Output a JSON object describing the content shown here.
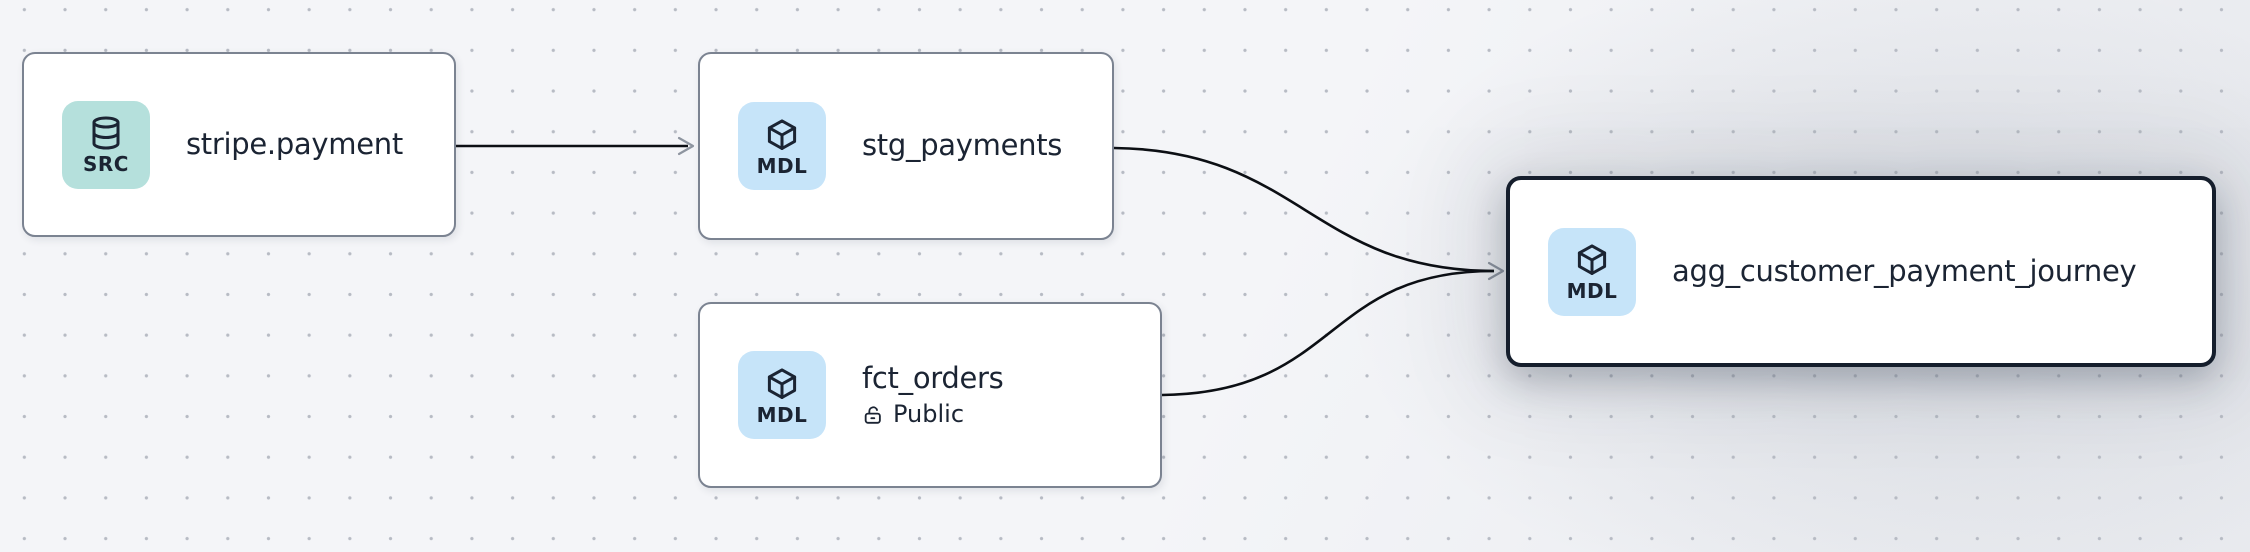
{
  "graph": {
    "nodes": [
      {
        "id": "stripe.payment",
        "label": "stripe.payment",
        "type": "source",
        "badge": "SRC",
        "icon": "database-icon",
        "selected": false
      },
      {
        "id": "stg_payments",
        "label": "stg_payments",
        "type": "model",
        "badge": "MDL",
        "icon": "box-icon",
        "selected": false
      },
      {
        "id": "fct_orders",
        "label": "fct_orders",
        "type": "model",
        "badge": "MDL",
        "icon": "box-icon",
        "access": "Public",
        "access_icon": "lock-open-icon",
        "selected": false
      },
      {
        "id": "agg_customer_payment_journey",
        "label": "agg_customer_payment_journey",
        "type": "model",
        "badge": "MDL",
        "icon": "box-icon",
        "selected": true
      }
    ],
    "edges": [
      {
        "from": "stripe.payment",
        "to": "stg_payments"
      },
      {
        "from": "stg_payments",
        "to": "agg_customer_payment_journey"
      },
      {
        "from": "fct_orders",
        "to": "agg_customer_payment_journey"
      }
    ]
  },
  "colors": {
    "canvas-bg": "#f4f5f8",
    "dot-color": "#b7bbc4",
    "ink": "#1b2433",
    "node-bg": "#ffffff",
    "node-border": "#7b8391",
    "selected-border": "#151e2c",
    "src-badge-bg": "#b5e0dc",
    "mdl-badge-bg": "#c6e4f9",
    "edge-color": "#0c0f14",
    "arrow-color": "#8e95a0"
  }
}
